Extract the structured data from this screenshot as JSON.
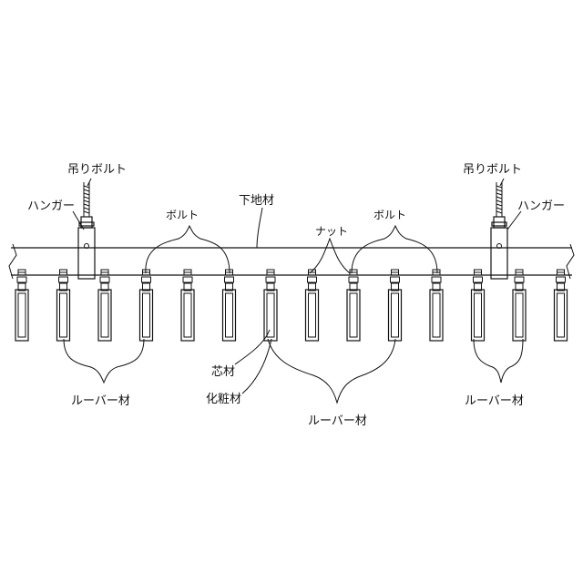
{
  "labels": {
    "hanger_bolt_left": "吊りボルト",
    "hanger_bolt_right": "吊りボルト",
    "hanger_left": "ハンガー",
    "hanger_right": "ハンガー",
    "bolt_left": "ボルト",
    "bolt_right": "ボルト",
    "base_member": "下地材",
    "nut": "ナット",
    "core_member": "芯材",
    "decor_member": "化粧材",
    "louver_left": "ルーバー材",
    "louver_center": "ルーバー材",
    "louver_right": "ルーバー材"
  },
  "louver_count": 14
}
